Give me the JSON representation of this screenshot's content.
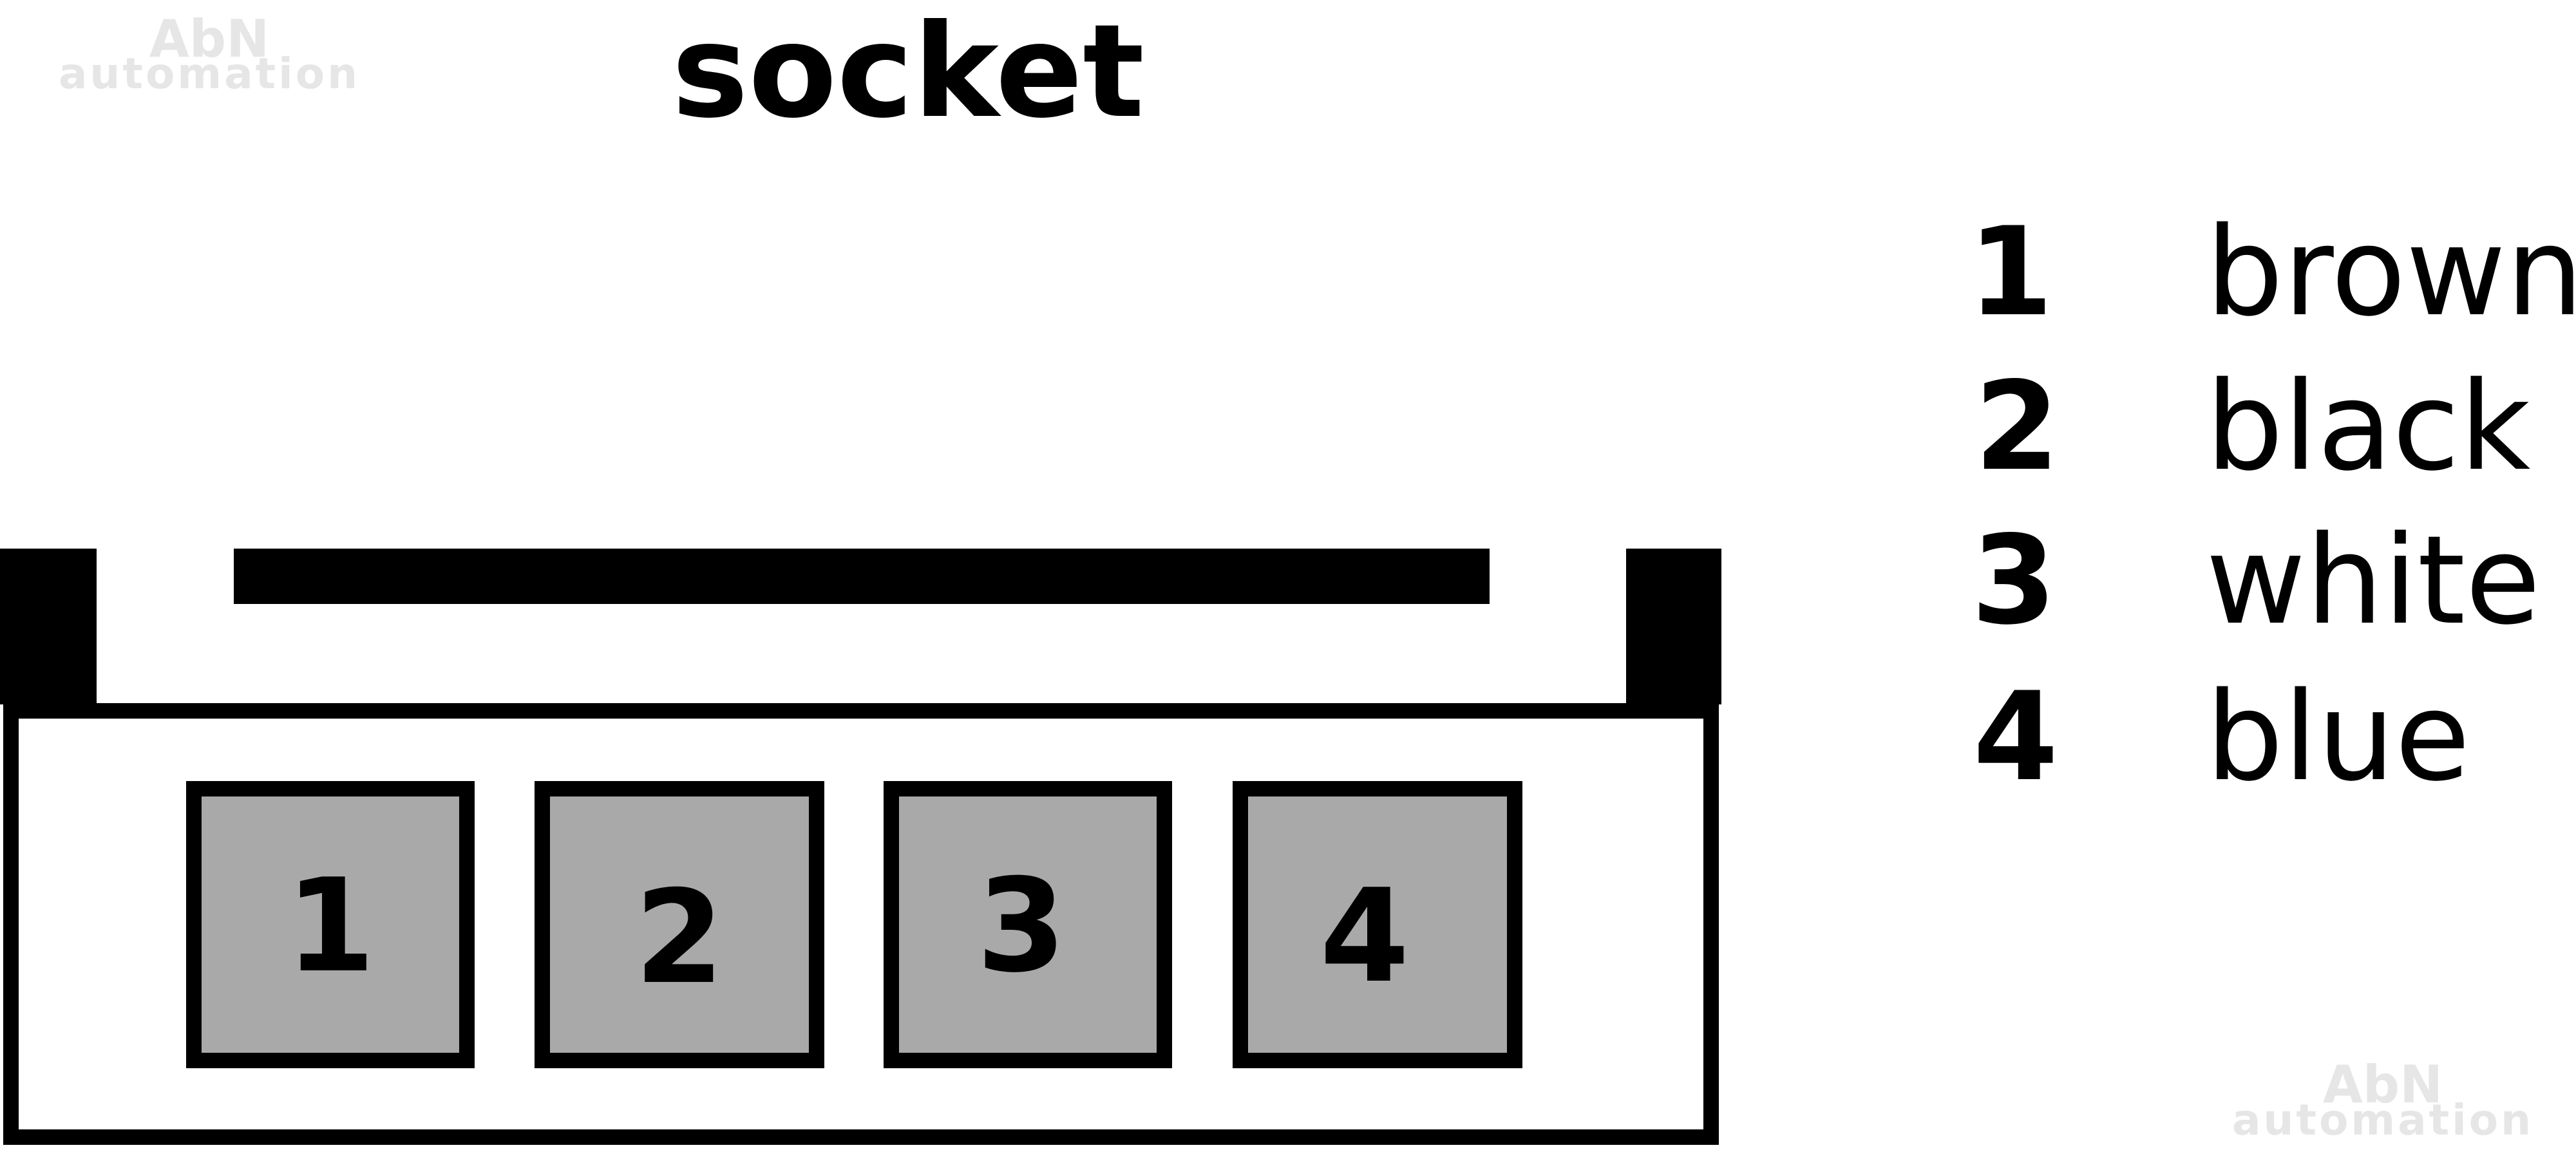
{
  "title": "socket",
  "watermark": {
    "line1": "AbN",
    "line2": "automation"
  },
  "pins": [
    {
      "number": "1"
    },
    {
      "number": "2"
    },
    {
      "number": "3"
    },
    {
      "number": "4"
    }
  ],
  "legend": [
    {
      "number": "1",
      "label": "brown"
    },
    {
      "number": "2",
      "label": "black"
    },
    {
      "number": "3",
      "label": "white"
    },
    {
      "number": "4",
      "label": "blue"
    }
  ],
  "colors": {
    "outline": "#000000",
    "pin_fill": "#a9a9a9",
    "background": "#ffffff",
    "watermark": "#e6e6e6"
  }
}
